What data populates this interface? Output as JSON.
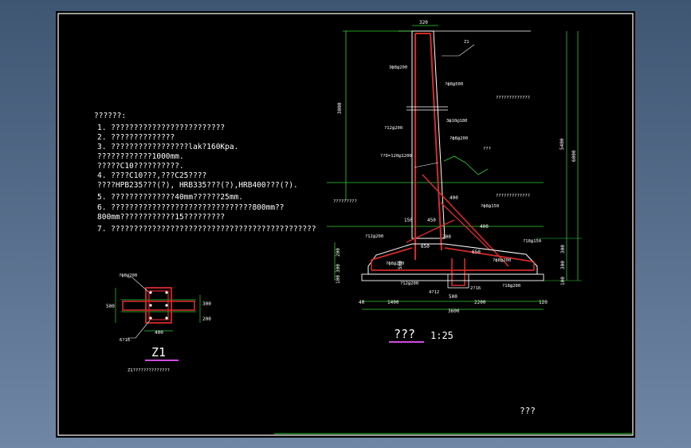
{
  "notes": {
    "heading": "??????:",
    "items": [
      "1. ?????????????????????????",
      "2. ??????????????",
      "3. ?????????????????lak?160Kpa.",
      "   ????????????1000mm.",
      "   ?????C10??????????.",
      "4. ????C10???,???C25????",
      "   ????HPB235???(?), HRB335???(?),HRB400???(?).",
      "5. ??????????????40mm??????25mm.",
      "6. ???????????????????????????????800mm??",
      "   800mm????????????15?????????",
      "7. ?????????????????????????????????????????????"
    ]
  },
  "section": {
    "title": "???",
    "scale": "1:25",
    "labels": {
      "z1": "Z1",
      "wall_top": "3ф8@200",
      "wall_mid": "3ф10@180",
      "wall_500": "?ф8@500",
      "wall_left": "?12@200",
      "wall_200": "?ф8@200",
      "dowel": "??D=120@1200",
      "soil": "???",
      "right_note1": "?????????????",
      "right_note2": "?????????????",
      "left_note": "?????????",
      "heel_top": "?ф8@150",
      "toe_top": "?12@200",
      "heel_top2": "?18@150",
      "toe_bot": "?ф8@200",
      "heel_bot": "?ф8@200",
      "base_bot": "?12@200",
      "base_bot2": "?18@200",
      "key1": "4?12",
      "key2": "2?16"
    },
    "dims": {
      "d320": "320",
      "d3000": "3000",
      "d5400": "5400",
      "d6000": "6000",
      "d300a": "300",
      "d300b": "300",
      "d100": "100",
      "d200": "200",
      "d300c": "300",
      "d100b": "100",
      "d400": "400",
      "d150": "150",
      "d450": "450",
      "d700": "700",
      "d650": "650",
      "d650b": "650",
      "d500": "500",
      "d500b": "500",
      "d1400": "1400",
      "d2200": "2200",
      "d3600": "3600",
      "d120": "120",
      "d40": "40",
      "d400b": "400"
    }
  },
  "z1": {
    "title": "Z1",
    "caption": "Z1??????????????",
    "labels": {
      "top": "?ф8@200",
      "bottom": "6?16"
    },
    "dims": {
      "width": "400",
      "h500": "500",
      "h300": "300",
      "h200": "200"
    }
  },
  "stamp": "???",
  "colors": {
    "background": "#000000",
    "border": "#ffffff",
    "wall": "#d42a2a",
    "dimension": "#2fd02f",
    "text": "#ffffff"
  }
}
